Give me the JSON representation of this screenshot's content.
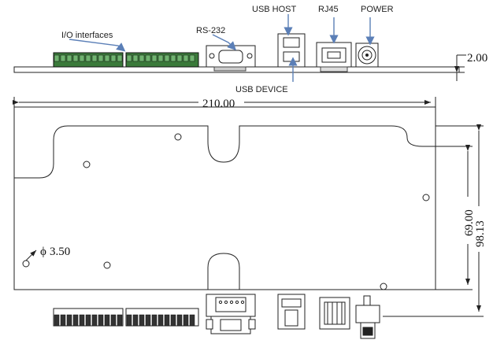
{
  "labels": {
    "io": "I/O interfaces",
    "rs232": "RS-232",
    "usb_host": "USB HOST",
    "rj45": "RJ45",
    "power": "POWER",
    "usb_device": "USB DEVICE"
  },
  "dimensions": {
    "thickness": "2.00",
    "width": "210.00",
    "inner_height": "69.00",
    "height": "98.13",
    "hole": "3.50"
  },
  "hole_symbol": "ϕ",
  "colors": {
    "line": "#222222",
    "arrow": "#5b7fb7",
    "connector": "#3a7a3a"
  }
}
